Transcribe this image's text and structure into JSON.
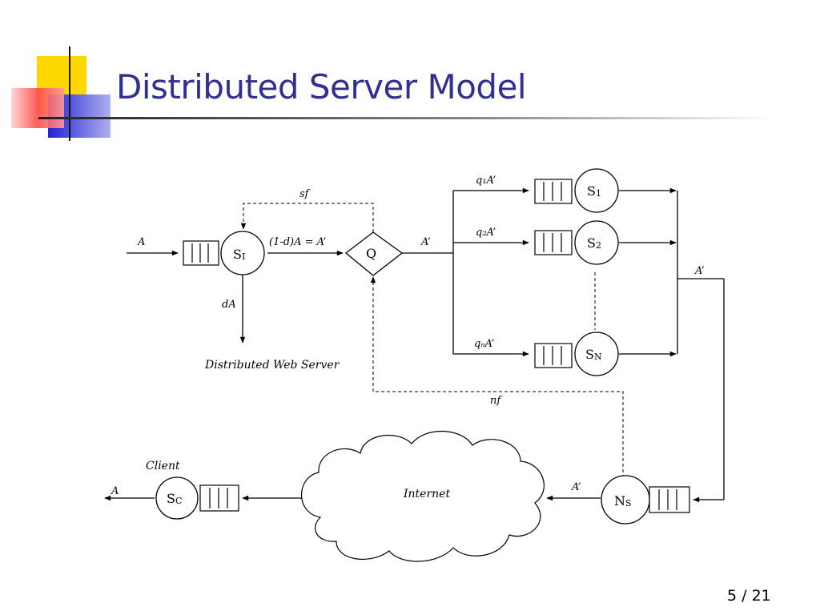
{
  "slide": {
    "title": "Distributed Server Model",
    "page_number": "5 / 21"
  },
  "diagram": {
    "edge_labels": {
      "input_a": "A",
      "sf": "sf",
      "one_minus_d": "(1-d)A = A’",
      "q_out": "A’",
      "q1": "q₁A’",
      "q2": "q₂A’",
      "qn": "qₙA’",
      "da": "dA",
      "merged": "A’",
      "nf": "nf",
      "ns_out": "A’",
      "client_out": "A"
    },
    "nodes": {
      "si": {
        "main": "S",
        "sub": "I"
      },
      "q": {
        "main": "Q"
      },
      "s1": {
        "main": "S",
        "sub": "1"
      },
      "s2": {
        "main": "S",
        "sub": "2"
      },
      "sn": {
        "main": "S",
        "sub": "N"
      },
      "ns": {
        "main": "N",
        "sub": "S"
      },
      "sc": {
        "main": "S",
        "sub": "C"
      }
    },
    "captions": {
      "distributed_web_server": "Distributed Web Server",
      "client": "Client",
      "internet": "Internet"
    }
  }
}
